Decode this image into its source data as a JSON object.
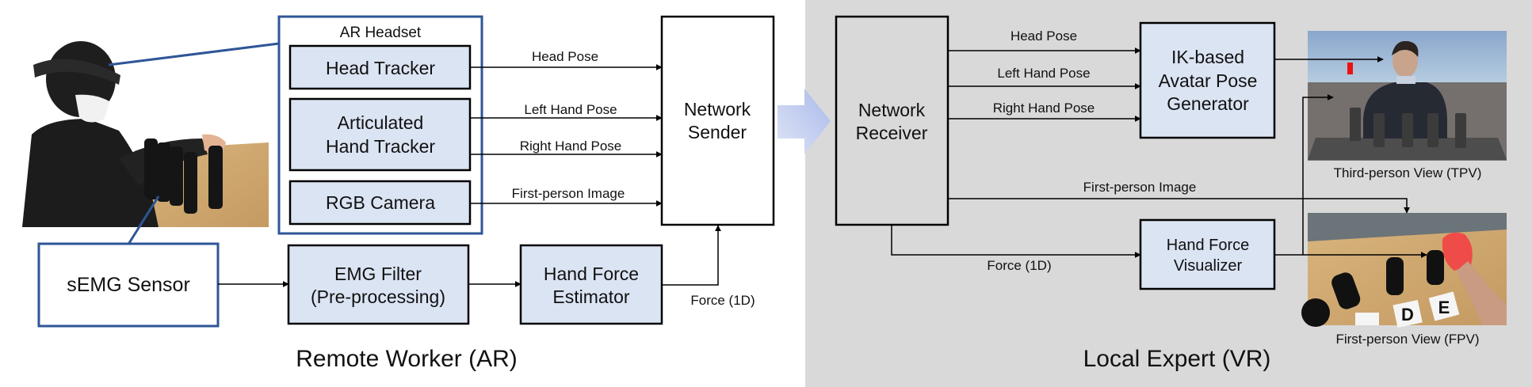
{
  "colors": {
    "block_fill": "#dbe4f3",
    "frame_blue": "#2e5597",
    "right_panel_bg": "#d9d9d9",
    "transfer_arrow": "#aebde9"
  },
  "left_panel": {
    "title": "Remote Worker (AR)",
    "photo": {
      "icon": "person-wearing-ar-headset-photo"
    },
    "ar_headset": {
      "label": "AR Headset",
      "head_tracker": "Head Tracker",
      "hand_tracker": [
        "Articulated",
        "Hand Tracker"
      ],
      "rgb_camera": "RGB Camera"
    },
    "semg_sensor": "sEMG Sensor",
    "emg_filter": [
      "EMG Filter",
      "(Pre-processing)"
    ],
    "hand_force_estimator": [
      "Hand Force",
      "Estimator"
    ],
    "network_sender": [
      "Network",
      "Sender"
    ],
    "edges": {
      "head_pose": "Head Pose",
      "left_hand_pose": "Left Hand Pose",
      "right_hand_pose": "Right Hand Pose",
      "first_person_image": "First-person Image",
      "force": "Force (1D)"
    }
  },
  "right_panel": {
    "title": "Local Expert (VR)",
    "network_receiver": [
      "Network",
      "Receiver"
    ],
    "ik_generator": [
      "IK-based",
      "Avatar Pose",
      "Generator"
    ],
    "hand_force_visualizer": [
      "Hand Force",
      "Visualizer"
    ],
    "tpv": {
      "caption": "Third-person View (TPV)",
      "icon": "vr-avatar-render"
    },
    "fpv": {
      "caption": "First-person View (FPV)",
      "icon": "first-person-camera-view"
    },
    "edges": {
      "head_pose": "Head Pose",
      "left_hand_pose": "Left Hand Pose",
      "right_hand_pose": "Right Hand Pose",
      "first_person_image": "First-person Image",
      "force": "Force (1D)"
    }
  }
}
